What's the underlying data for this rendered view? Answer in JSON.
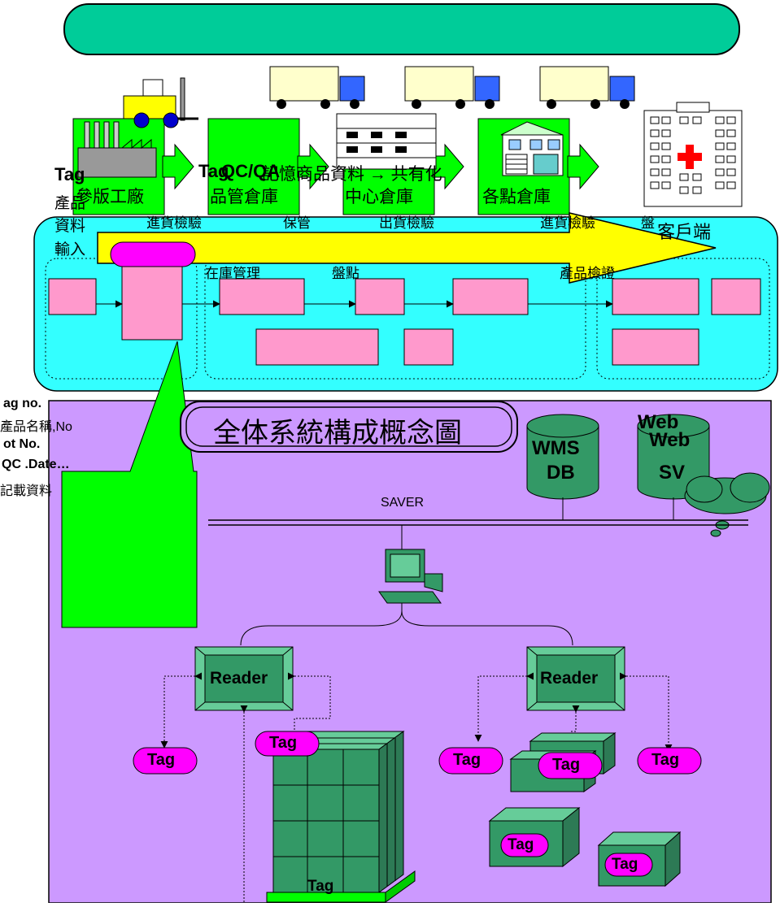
{
  "banner": {
    "text": ""
  },
  "stages": {
    "factory": "參版工廠",
    "qc_warehouse": "品管倉庫",
    "center_warehouse": "中心倉庫",
    "point_warehouse": "各點倉庫",
    "customer": "客戶端"
  },
  "tag_input": {
    "title": "Tag",
    "line1": "產品",
    "line2": "資料",
    "line3": "輸入"
  },
  "qcqa": "QC/QA",
  "tag_label": "Tag",
  "share_info": "記憶商品資料 → 共有化",
  "processes": {
    "inbound_check": "進貨檢驗",
    "storage": "保管",
    "outbound_check": "出貨檢驗",
    "inbound_check_2": "進貨檢驗",
    "inventory_2": "盤",
    "stock_mgmt": "在庫管理",
    "inventory": "盤點",
    "product_check": "產品檢證"
  },
  "tag_record": {
    "line1": "ag no.",
    "line2": "產品名稱,No",
    "line3": "ot No.",
    "line4": "QC .Date…",
    "line5": "記載資料"
  },
  "system_title": "全体系統構成概念圖",
  "wms_db": {
    "line1": "WMS",
    "line2": "DB"
  },
  "web_sv": {
    "line1": "Web",
    "line2": "SV",
    "overlap": "Web"
  },
  "saver": "SAVER",
  "reader_left": "Reader",
  "reader_right": "Reader",
  "tags": {
    "left_floor": "Tag",
    "pallet_top": "Tag",
    "pallet_base": "Tag",
    "right_1": "Tag",
    "right_2": "Tag",
    "right_3": "Tag",
    "box_1": "Tag",
    "box_2": "Tag"
  },
  "colors": {
    "green": "#00ff00",
    "cyan": "#33ffff",
    "lavender": "#cc99ff",
    "pink": "#ff99cc",
    "magenta": "#ff00ff",
    "yellow": "#ffff00",
    "teal": "#339966",
    "banner": "#00cc99"
  }
}
